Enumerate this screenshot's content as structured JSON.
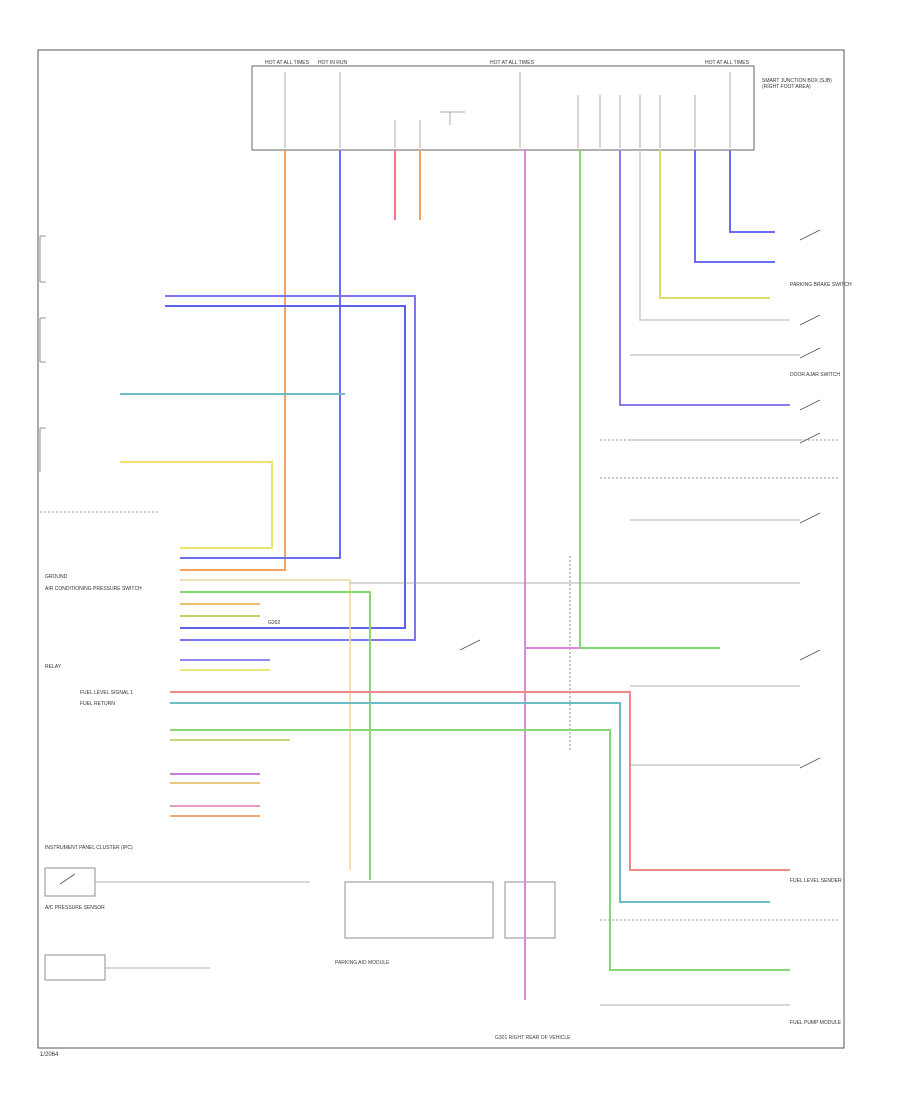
{
  "footer": {
    "code": "1/2064"
  },
  "top_fuse_box": {
    "labels": [
      "HOT AT ALL TIMES",
      "HOT IN RUN",
      "HOT AT ALL TIMES",
      "HOT AT ALL TIMES"
    ],
    "right_label": "SMART JUNCTION BOX (SJB) (RIGHT FOOT AREA)"
  },
  "left_labels": {
    "ground_connector": "GROUND",
    "ac_pressure_ground": "AIR CONDITIONING PRESSURE SWITCH",
    "relay_left": "RELAY",
    "fuel_level": "FUEL LEVEL SIGNAL 1",
    "fuel_return": "FUEL RETURN",
    "ipc": "INSTRUMENT PANEL CLUSTER (IPC)",
    "ac_pressure_sensor": "A/C PRESSURE SENSOR",
    "ground_point": "G202"
  },
  "bottom_labels": {
    "module": "PARKING AID MODULE",
    "ground": "G301 RIGHT REAR OF VEHICLE"
  },
  "right_labels": {
    "fuel_sender": "FUEL LEVEL SENDER",
    "fuel_pump": "FUEL PUMP MODULE",
    "door_ajar": "DOOR AJAR SWITCH",
    "parking_brake": "PARKING BRAKE SWITCH"
  },
  "colors": {
    "orange": "#f5a25c",
    "blue": "#5b62e8",
    "violet": "#8a7cf0",
    "teal": "#6bbcc6",
    "yellow": "#ece46a",
    "green": "#86d870",
    "pink": "#e087e0",
    "red": "#ee7a7a",
    "olive": "#bcd36a",
    "gray": "#aaaaaa"
  }
}
